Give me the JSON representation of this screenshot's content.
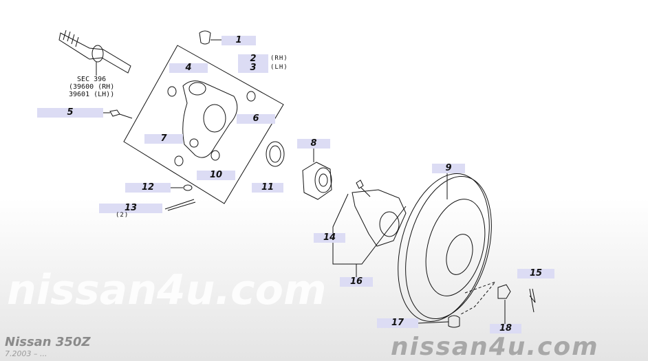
{
  "header": {
    "model": "Nissan 350Z",
    "date": "7.2003 – ..."
  },
  "watermark": {
    "text": "nissan4u.com"
  },
  "section_ref": {
    "line1": "SEC 396",
    "line2": "(39600 (RH)",
    "line3": "39601 (LH))"
  },
  "callouts": [
    {
      "number": "1"
    },
    {
      "number": "2",
      "side": "(RH)"
    },
    {
      "number": "3",
      "side": "(LH)"
    },
    {
      "number": "4"
    },
    {
      "number": "5"
    },
    {
      "number": "6"
    },
    {
      "number": "7"
    },
    {
      "number": "8"
    },
    {
      "number": "9"
    },
    {
      "number": "10"
    },
    {
      "number": "11"
    },
    {
      "number": "12"
    },
    {
      "number": "13",
      "qty": "(2)"
    },
    {
      "number": "14"
    },
    {
      "number": "15"
    },
    {
      "number": "16"
    },
    {
      "number": "17"
    },
    {
      "number": "18"
    }
  ],
  "colors": {
    "label_bg": "#dcdcf4",
    "line": "#111111"
  }
}
